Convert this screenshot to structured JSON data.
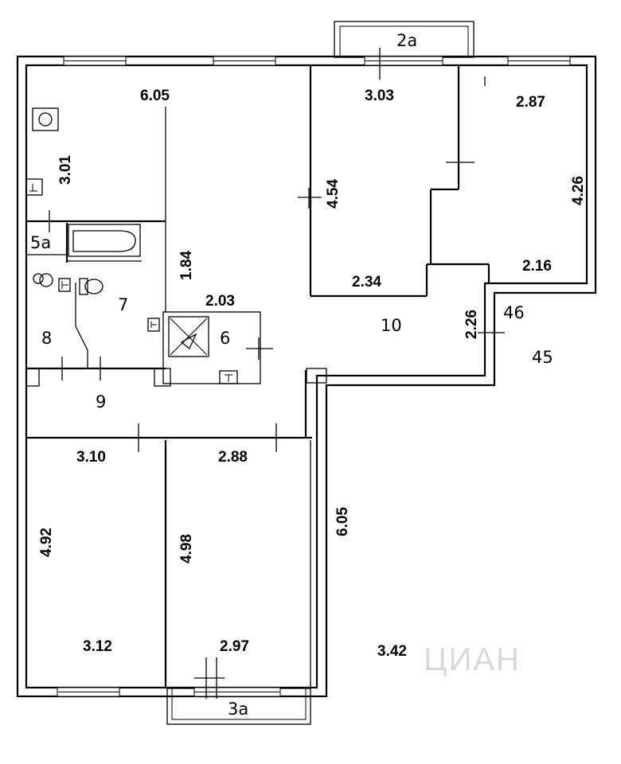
{
  "plan": {
    "dimensions": {
      "top_left_width": "6.05",
      "room_top_mid_width": "3.03",
      "room_top_right_width": "2.87",
      "bath_height": "3.01",
      "room_top_mid_height": "4.54",
      "room_top_right_height": "4.26",
      "corridor_height": "1.84",
      "room_top_mid_bottom": "2.34",
      "room_top_right_bottom": "2.16",
      "pantry_width": "2.03",
      "hall_depth": "2.26",
      "bottom_left_width": "3.10",
      "bottom_mid_width": "2.88",
      "bottom_left_height": "4.92",
      "bottom_mid_height": "4.98",
      "right_wall_length": "6.05",
      "bottom_left_bottom": "3.12",
      "bottom_mid_bottom": "2.97",
      "right_area_width": "3.42"
    },
    "room_numbers": {
      "balcony_top": "2а",
      "balcony_bottom": "3а",
      "closet": "5а",
      "pantry": "6",
      "bathroom": "7",
      "wc": "8",
      "corridor": "9",
      "hall": "10",
      "room_46": "46",
      "room_45": "45"
    },
    "watermark": "ЦИАН"
  }
}
